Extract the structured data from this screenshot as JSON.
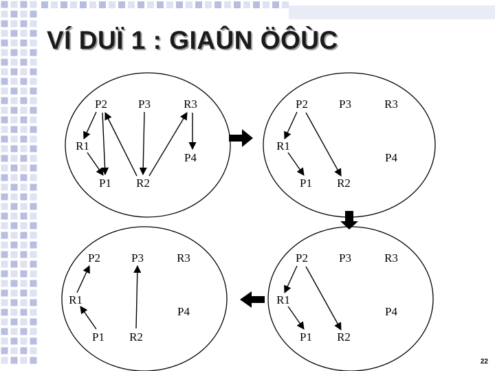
{
  "title": "VÍ DUÏ 1 : GIAÛN ÖÔÙC",
  "page_number": "22",
  "colors": {
    "strip_blue": "#b8bedf",
    "strip_light": "#dfe2f1",
    "ink": "#000000"
  },
  "graphs": [
    {
      "id": "top-left",
      "nodes": [
        {
          "id": "P2",
          "label": "P2"
        },
        {
          "id": "P3",
          "label": "P3"
        },
        {
          "id": "R3",
          "label": "R3"
        },
        {
          "id": "R1",
          "label": "R1"
        },
        {
          "id": "P4",
          "label": "P4"
        },
        {
          "id": "P1",
          "label": "P1"
        },
        {
          "id": "R2",
          "label": "R2"
        }
      ],
      "edges": [
        [
          "P2",
          "R1"
        ],
        [
          "R1",
          "P1"
        ],
        [
          "P2",
          "P1"
        ],
        [
          "R2",
          "P2"
        ],
        [
          "P3",
          "R2"
        ],
        [
          "R2",
          "R3"
        ],
        [
          "R3",
          "P4"
        ]
      ]
    },
    {
      "id": "top-right",
      "nodes": [
        {
          "id": "P2",
          "label": "P2"
        },
        {
          "id": "P3",
          "label": "P3"
        },
        {
          "id": "R3",
          "label": "R3"
        },
        {
          "id": "R1",
          "label": "R1"
        },
        {
          "id": "P4",
          "label": "P4"
        },
        {
          "id": "P1",
          "label": "P1"
        },
        {
          "id": "R2",
          "label": "R2"
        }
      ],
      "edges": [
        [
          "P2",
          "R1"
        ],
        [
          "R1",
          "P1"
        ],
        [
          "P2",
          "R2"
        ]
      ]
    },
    {
      "id": "bottom-left",
      "nodes": [
        {
          "id": "P2",
          "label": "P2"
        },
        {
          "id": "P3",
          "label": "P3"
        },
        {
          "id": "R3",
          "label": "R3"
        },
        {
          "id": "R1",
          "label": "R1"
        },
        {
          "id": "P4",
          "label": "P4"
        },
        {
          "id": "P1",
          "label": "P1"
        },
        {
          "id": "R2",
          "label": "R2"
        }
      ],
      "edges": [
        [
          "R1",
          "P2"
        ],
        [
          "P1",
          "R1"
        ],
        [
          "R2",
          "P3"
        ]
      ]
    },
    {
      "id": "bottom-right",
      "nodes": [
        {
          "id": "P2",
          "label": "P2"
        },
        {
          "id": "P3",
          "label": "P3"
        },
        {
          "id": "R3",
          "label": "R3"
        },
        {
          "id": "R1",
          "label": "R1"
        },
        {
          "id": "P4",
          "label": "P4"
        },
        {
          "id": "P1",
          "label": "P1"
        },
        {
          "id": "R2",
          "label": "R2"
        }
      ],
      "edges": [
        [
          "P2",
          "R1"
        ],
        [
          "R1",
          "P1"
        ],
        [
          "P2",
          "R2"
        ]
      ]
    }
  ],
  "transitions": [
    {
      "id": "arrow-right",
      "direction": "right"
    },
    {
      "id": "arrow-down",
      "direction": "down"
    },
    {
      "id": "arrow-left",
      "direction": "left"
    }
  ]
}
